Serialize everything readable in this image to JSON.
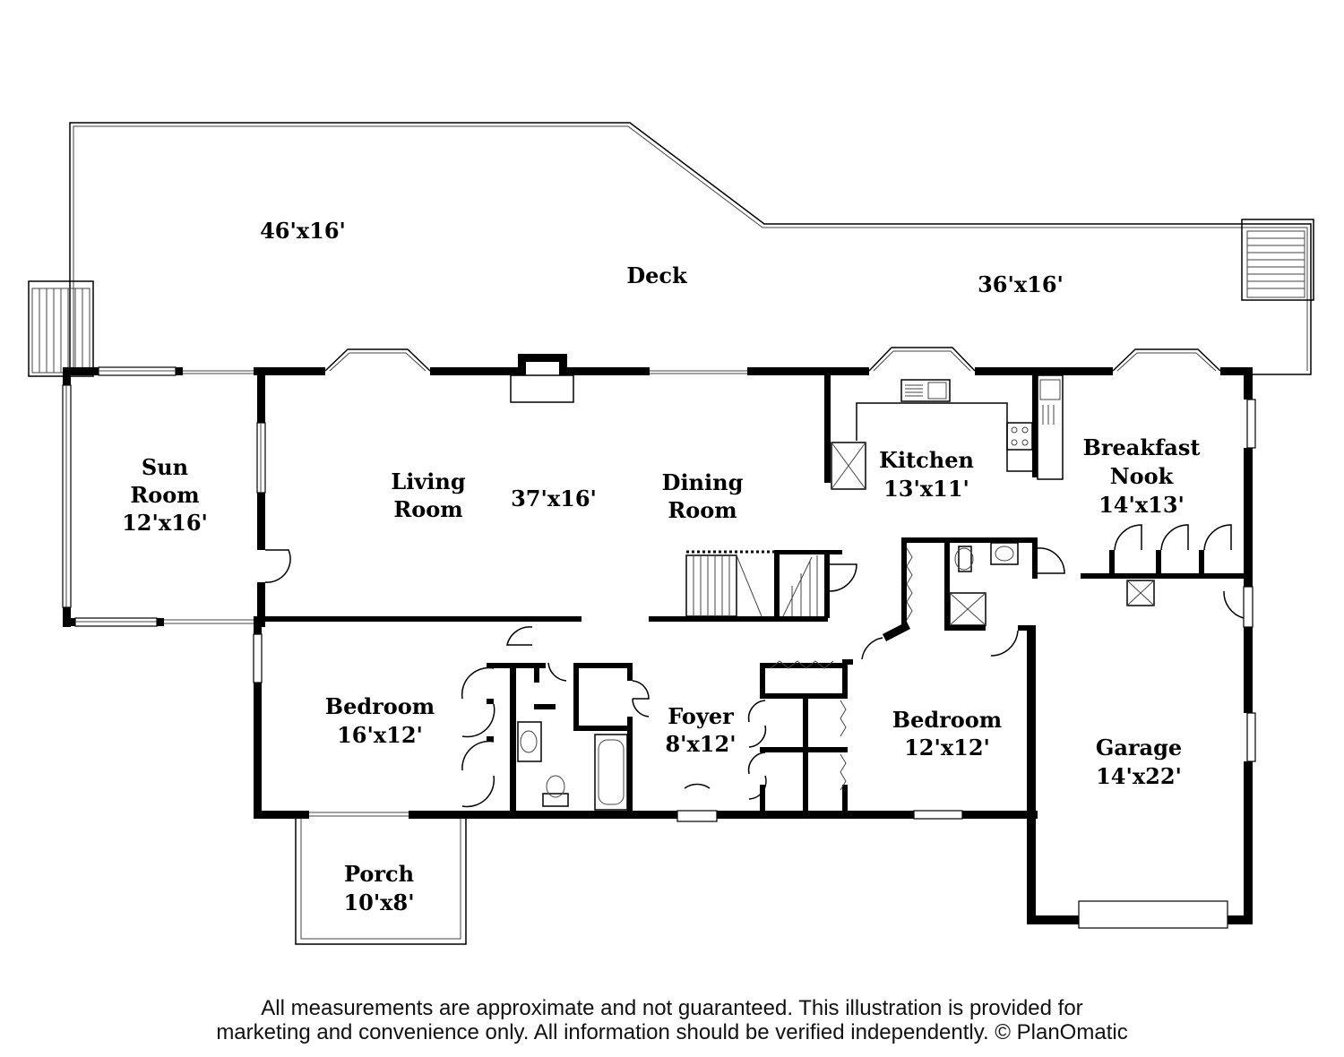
{
  "rooms": {
    "deck": {
      "label": "Deck",
      "dim_left": "46'x16'",
      "dim_right": "36'x16'"
    },
    "sun_room": {
      "line1": "Sun",
      "line2": "Room",
      "dim": "12'x16'"
    },
    "living_room": {
      "line1": "Living",
      "line2": "Room"
    },
    "living_dining_dim": "37'x16'",
    "dining_room": {
      "line1": "Dining",
      "line2": "Room"
    },
    "kitchen": {
      "label": "Kitchen",
      "dim": "13'x11'"
    },
    "breakfast_nook": {
      "line1": "Breakfast",
      "line2": "Nook",
      "dim": "14'x13'"
    },
    "bedroom_left": {
      "label": "Bedroom",
      "dim": "16'x12'"
    },
    "foyer": {
      "label": "Foyer",
      "dim": "8'x12'"
    },
    "bedroom_right": {
      "label": "Bedroom",
      "dim": "12'x12'"
    },
    "garage": {
      "label": "Garage",
      "dim": "14'x22'"
    },
    "porch": {
      "label": "Porch",
      "dim": "10'x8'"
    }
  },
  "disclaimer": {
    "line1": "All measurements are approximate and not guaranteed. This illustration is provided for",
    "line2": "marketing and convenience only. All information should be verified independently. © PlanOmatic"
  }
}
